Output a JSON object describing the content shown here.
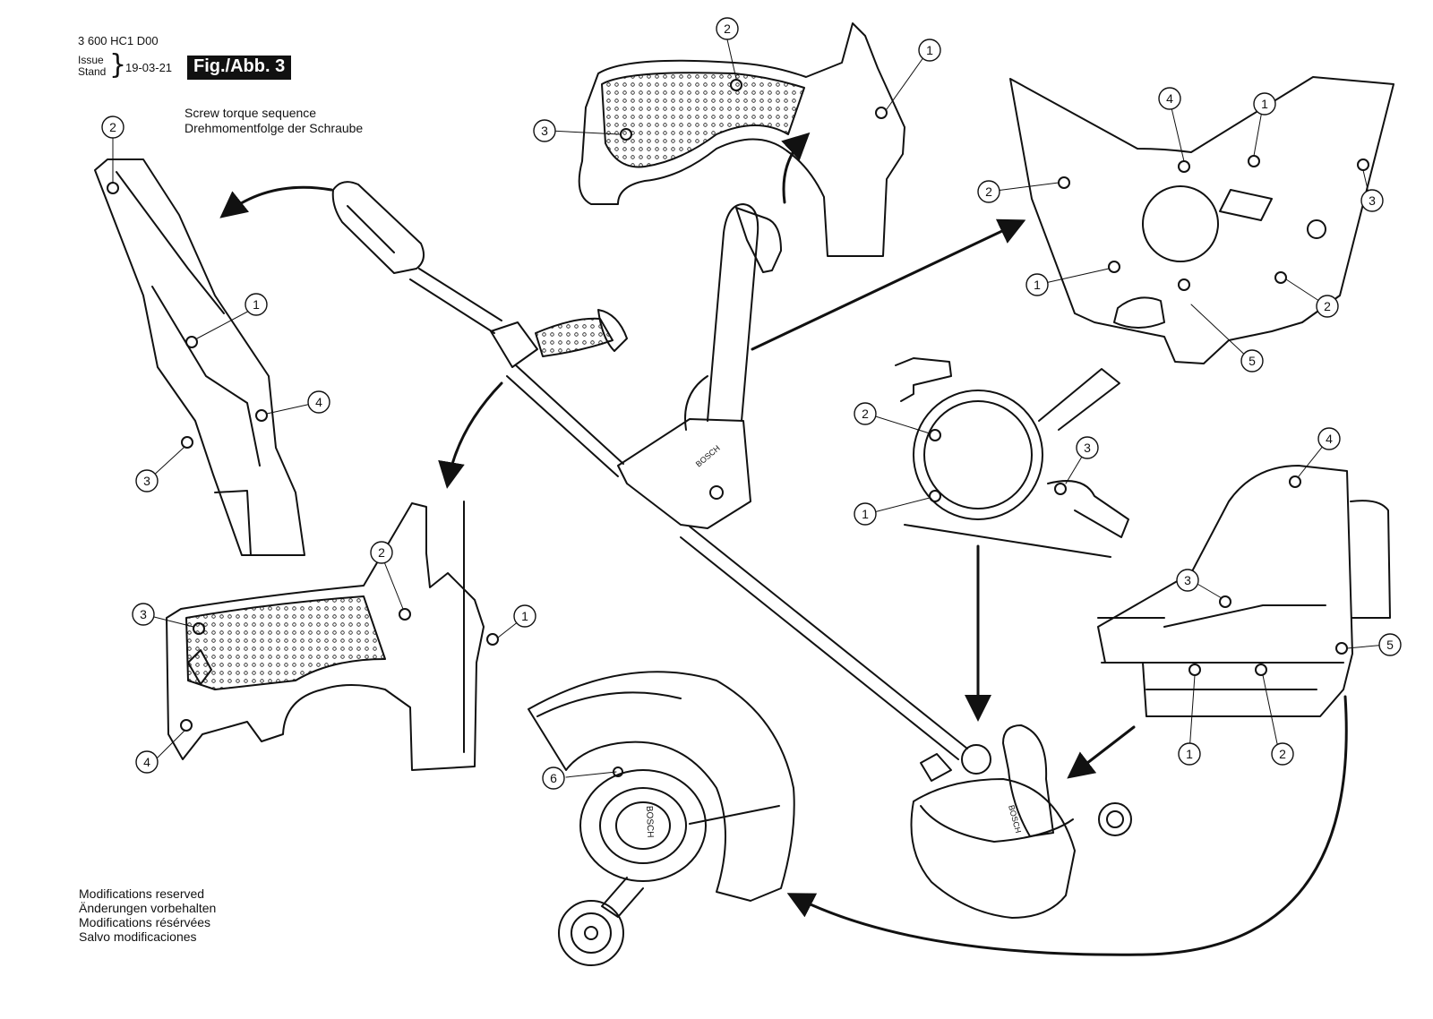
{
  "header": {
    "part_number": "3 600 HC1 D00",
    "issue_label_line1": "Issue",
    "issue_label_line2": "Stand",
    "issue_date": "19-03-21",
    "figure_label": "Fig./Abb. 3"
  },
  "torque_note": {
    "line1": "Screw torque sequence",
    "line2": "Drehmomentfolge der Schraube"
  },
  "modifications_note": {
    "line1": "Modifications reserved",
    "line2": "Änderungen vorbehalten",
    "line3": "Modifications résérvées",
    "line4": "Salvo modificaciones"
  },
  "brand_marks": {
    "handle_logo": "BOSCH",
    "head_logo": "BOSCH",
    "guard_logo": "BOSCH"
  },
  "callouts": {
    "rear_handle": [
      "2",
      "1",
      "4",
      "3"
    ],
    "aux_handle_top": [
      "2",
      "1",
      "3"
    ],
    "aux_handle_bottom": [
      "2",
      "3",
      "1",
      "4"
    ],
    "handle_joint": [
      "4",
      "1",
      "2",
      "3",
      "1",
      "2",
      "5"
    ],
    "motor_front": [
      "2",
      "3",
      "1"
    ],
    "motor_side": [
      "4",
      "3",
      "5",
      "1",
      "2"
    ],
    "guard": [
      "6"
    ]
  },
  "colors": {
    "line": "#111111",
    "background": "#ffffff"
  }
}
